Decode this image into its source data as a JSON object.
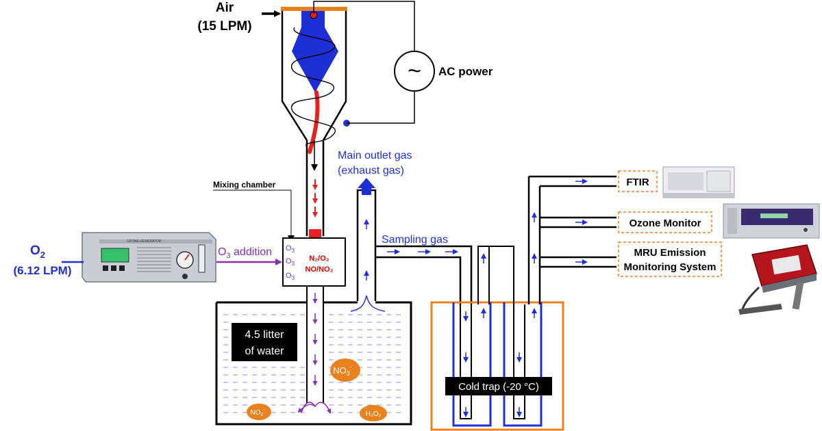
{
  "labels": {
    "air_line1": "Air",
    "air_line2": "(15 LPM)",
    "ac_power": "AC power",
    "main_outlet_line1": "Main outlet gas",
    "main_outlet_line2": "(exhaust gas)",
    "mixing_chamber": "Mixing chamber",
    "o2_main": "O",
    "o2_sub": "2",
    "o2_flow": "(6.12 LPM)",
    "o3_addition_main": "O",
    "o3_addition_sub": "3",
    "o3_addition_rest": " addition",
    "sampling_gas": "Sampling gas",
    "chamber_o3": "O",
    "chamber_o3_sub": "3",
    "n2o2_line": "N₂/O₂",
    "nono2_line": "NO/NO₂",
    "water_line1": "4.5 litter",
    "water_line2": "of water",
    "no3_main": "NO",
    "no3_sub": "3",
    "no3_sup": "-",
    "no2_main": "NO",
    "no2_sub": "2",
    "no2_sup": "-",
    "h2o2": "H₂O₂",
    "cold_trap": "Cold trap (-20 °C)",
    "ftir": "FTIR",
    "ozone_monitor": "Ozone Monitor",
    "mru_line1": "MRU Emission",
    "mru_line2": "Monitoring System",
    "ac_symbol": "~",
    "ozone_gen_title": "OZONE GENERATOR"
  },
  "colors": {
    "gas_line": "#1f2fd6",
    "plasma": "#e82020",
    "electrode": "#1f2fd6",
    "o3_flow": "#8a2fb0",
    "cold_bath": "#e8821e",
    "badge": "#e8821e",
    "lid": "#e8821e",
    "dashed_box": "#e8821e"
  }
}
